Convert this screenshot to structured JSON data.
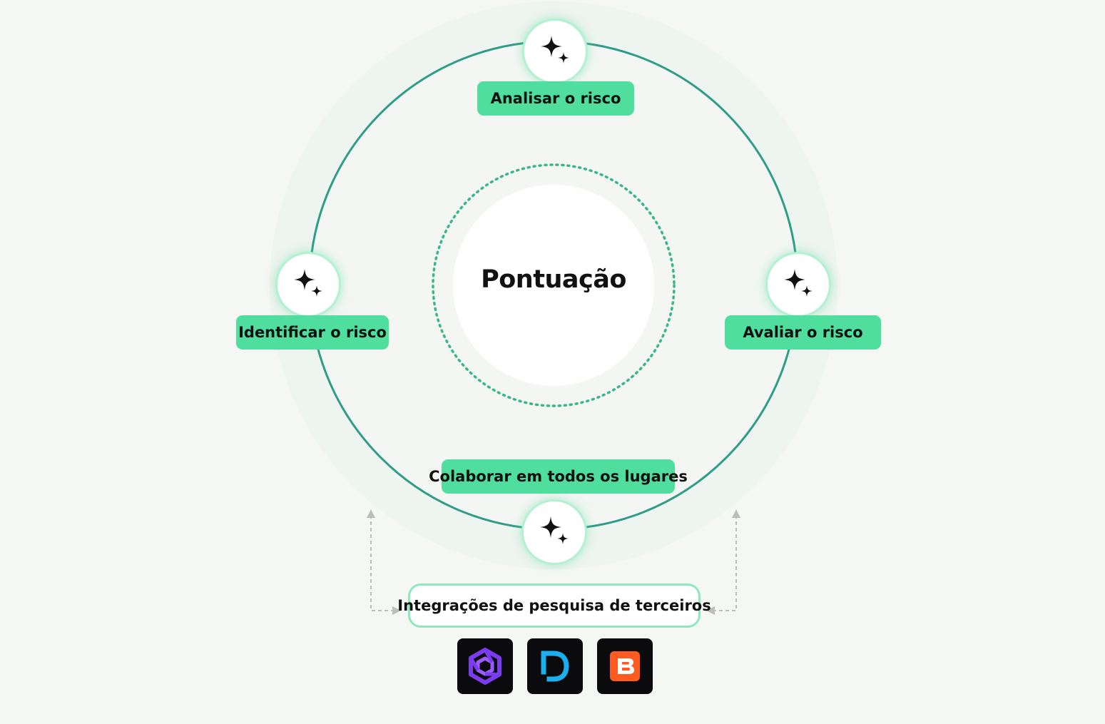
{
  "center": {
    "label": "Pontuação"
  },
  "steps": {
    "top": "Analisar o risco",
    "left": "Identificar o risco",
    "right": "Avaliar o risco",
    "bottom": "Colaborar em todos os lugares"
  },
  "integrations": {
    "label": "Integrações de pesquisa de terceiros",
    "logos": [
      "purple-hexagon-logo",
      "blue-d-logo",
      "orange-b-logo"
    ]
  },
  "colors": {
    "accent": "#4fde9e",
    "ring": "#2f9d86",
    "background": "#f4f7f4"
  },
  "icons": {
    "node": "sparkle-icon"
  }
}
